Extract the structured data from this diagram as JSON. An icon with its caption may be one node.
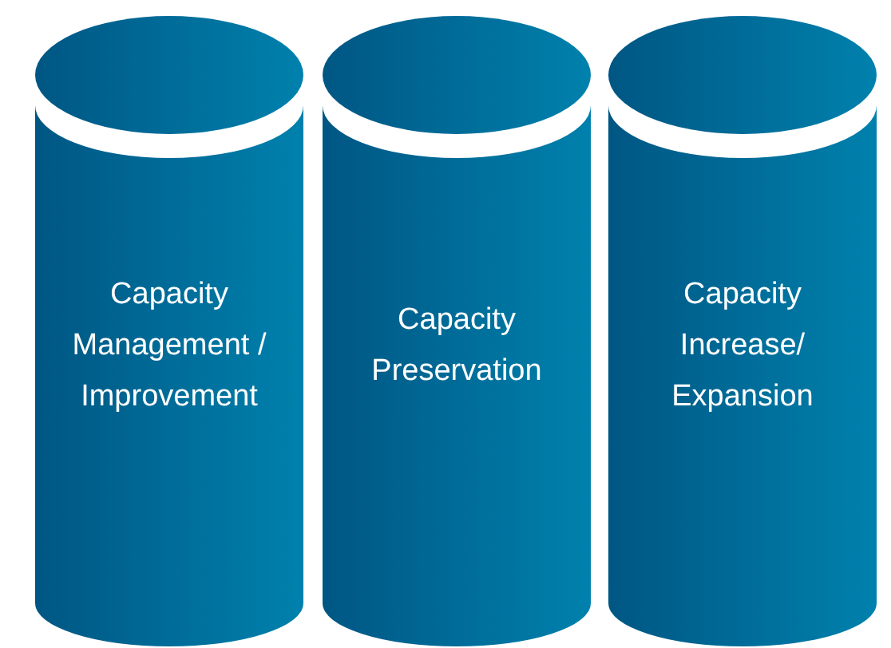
{
  "diagram": {
    "nodes": [
      {
        "text": [
          "Capacity Management / Improvement"
        ]
      },
      {
        "text": [
          "Capacity Preservation"
        ]
      },
      {
        "text": [
          "Capacity Increase/ Expansion"
        ]
      }
    ]
  }
}
